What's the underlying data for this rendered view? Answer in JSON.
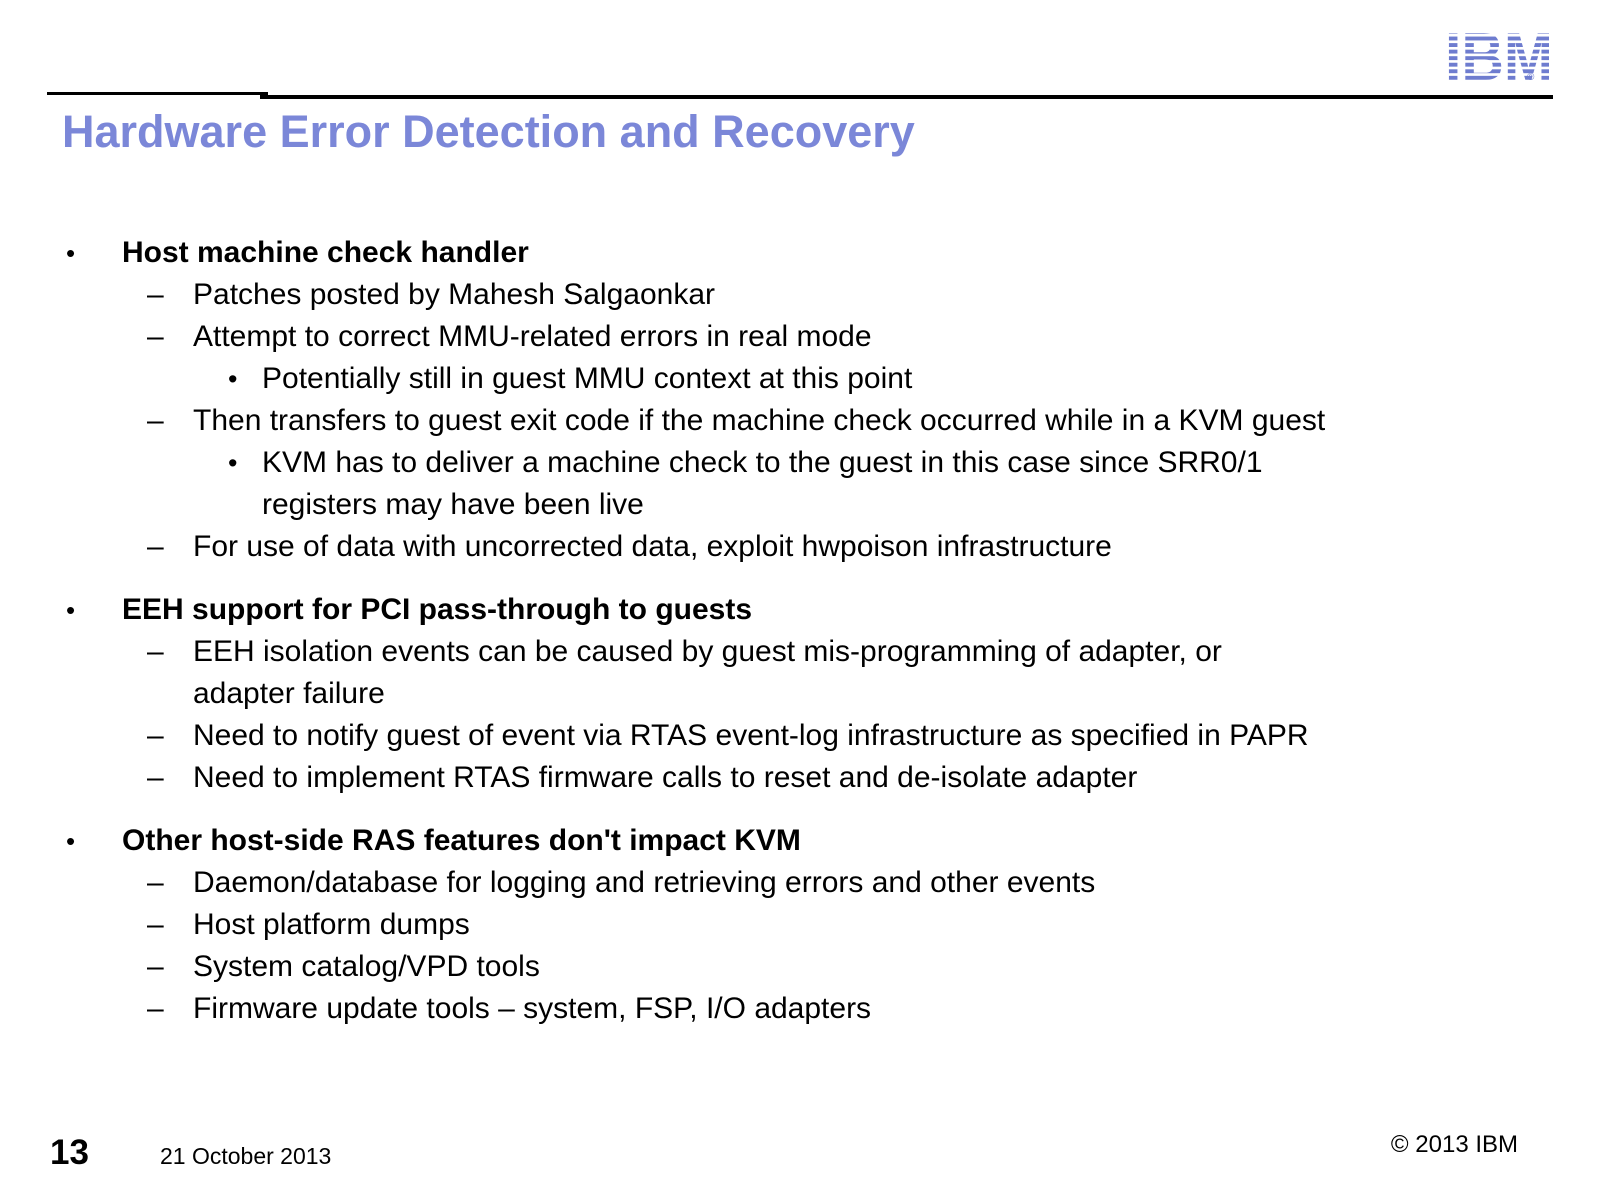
{
  "brand": {
    "logo_text": "IBM",
    "registered_mark": "®"
  },
  "title": "Hardware Error Detection and Recovery",
  "markers": {
    "level1": "•",
    "level2": "–",
    "level3": "•"
  },
  "colors": {
    "title": "#7b87d8",
    "logo": "#6e7ccf",
    "body": "#000000",
    "rule": "#000000"
  },
  "sections": [
    {
      "heading": "Host machine check handler",
      "items": [
        {
          "level": 2,
          "lines": [
            "Patches posted by Mahesh Salgaonkar"
          ]
        },
        {
          "level": 2,
          "lines": [
            "Attempt to correct MMU-related errors in real mode"
          ]
        },
        {
          "level": 3,
          "lines": [
            "Potentially still in guest MMU context at this point"
          ]
        },
        {
          "level": 2,
          "lines": [
            "Then transfers to guest exit code if the machine check occurred while in a KVM guest"
          ]
        },
        {
          "level": 3,
          "lines": [
            "KVM has to deliver a machine check to the guest in this case since SRR0/1",
            "registers may have been live"
          ]
        },
        {
          "level": 2,
          "lines": [
            "For use of data with uncorrected data, exploit hwpoison infrastructure"
          ]
        }
      ]
    },
    {
      "heading": "EEH support for PCI pass-through to guests",
      "items": [
        {
          "level": 2,
          "lines": [
            "EEH isolation events can be caused by guest mis-programming of adapter, or",
            "adapter failure"
          ]
        },
        {
          "level": 2,
          "lines": [
            "Need to notify guest of event via RTAS event-log infrastructure as specified in PAPR"
          ]
        },
        {
          "level": 2,
          "lines": [
            "Need to implement RTAS firmware calls to reset and de-isolate adapter"
          ]
        }
      ]
    },
    {
      "heading": "Other host-side RAS features don't impact KVM",
      "items": [
        {
          "level": 2,
          "lines": [
            "Daemon/database for logging and retrieving errors and other events"
          ]
        },
        {
          "level": 2,
          "lines": [
            "Host platform dumps"
          ]
        },
        {
          "level": 2,
          "lines": [
            "System catalog/VPD tools"
          ]
        },
        {
          "level": 2,
          "lines": [
            "Firmware update tools – system, FSP, I/O adapters"
          ]
        }
      ]
    }
  ],
  "footer": {
    "page_number": "13",
    "date": "21 October 2013",
    "copyright": "© 2013 IBM"
  }
}
